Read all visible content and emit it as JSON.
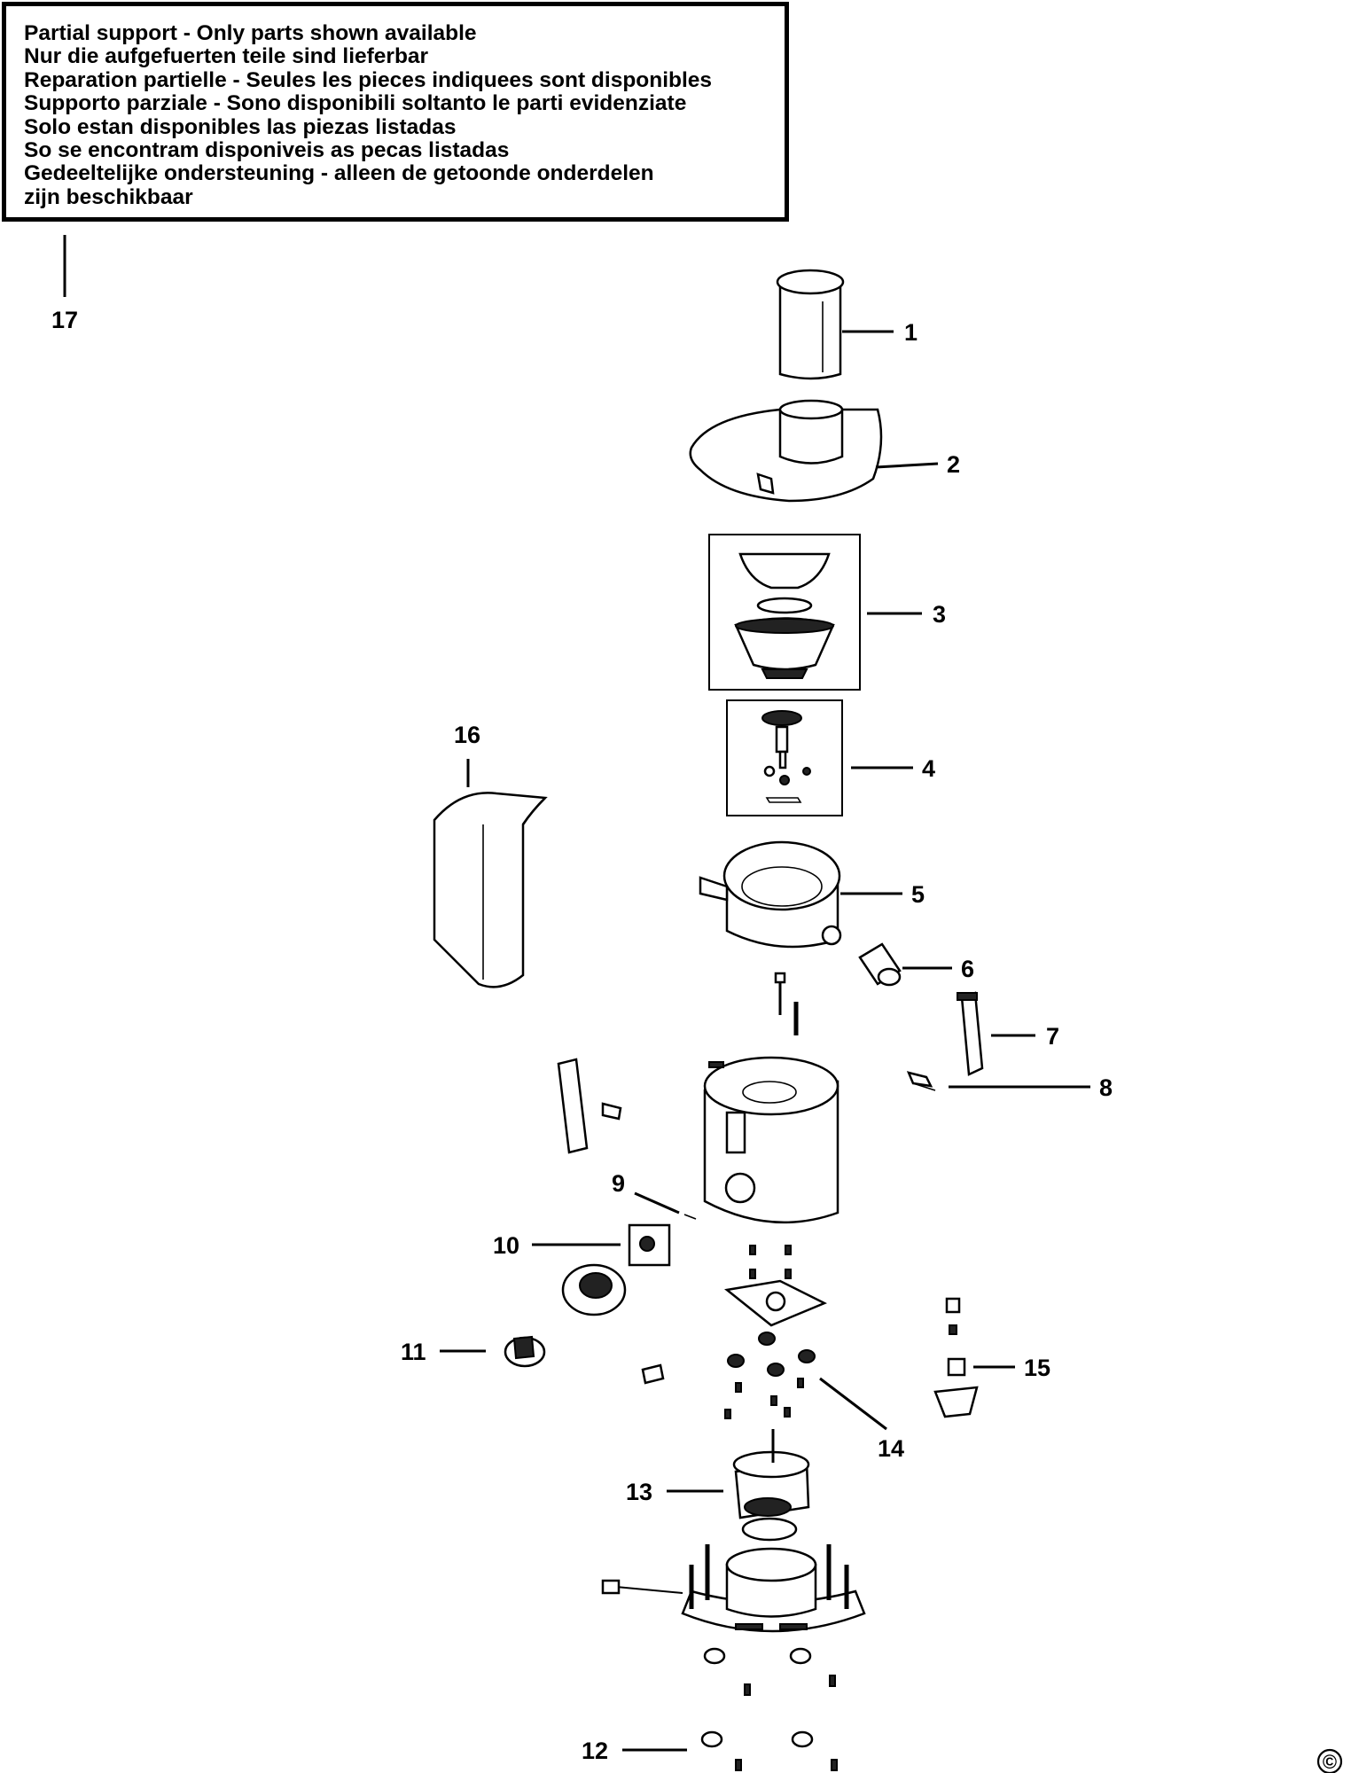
{
  "notice": {
    "lines": [
      "Partial support - Only parts shown available",
      "Nur die aufgefuerten teile sind lieferbar",
      "Reparation partielle - Seules les pieces indiquees sont disponibles",
      "Supporto parziale - Sono disponibili soltanto le parti evidenziate",
      "Solo estan disponibles las piezas listadas",
      "So se encontram disponiveis as pecas listadas",
      "Gedeeltelijke ondersteuning - alleen de getoonde onderdelen",
      "zijn beschikbaar"
    ]
  },
  "callouts": {
    "p1": "1",
    "p2": "2",
    "p3": "3",
    "p4": "4",
    "p5": "5",
    "p6": "6",
    "p7": "7",
    "p8": "8",
    "p9": "9",
    "p10": "10",
    "p11": "11",
    "p12": "12",
    "p13": "13",
    "p14": "14",
    "p15": "15",
    "p16": "16",
    "p17": "17"
  },
  "copyright_symbol": "©"
}
